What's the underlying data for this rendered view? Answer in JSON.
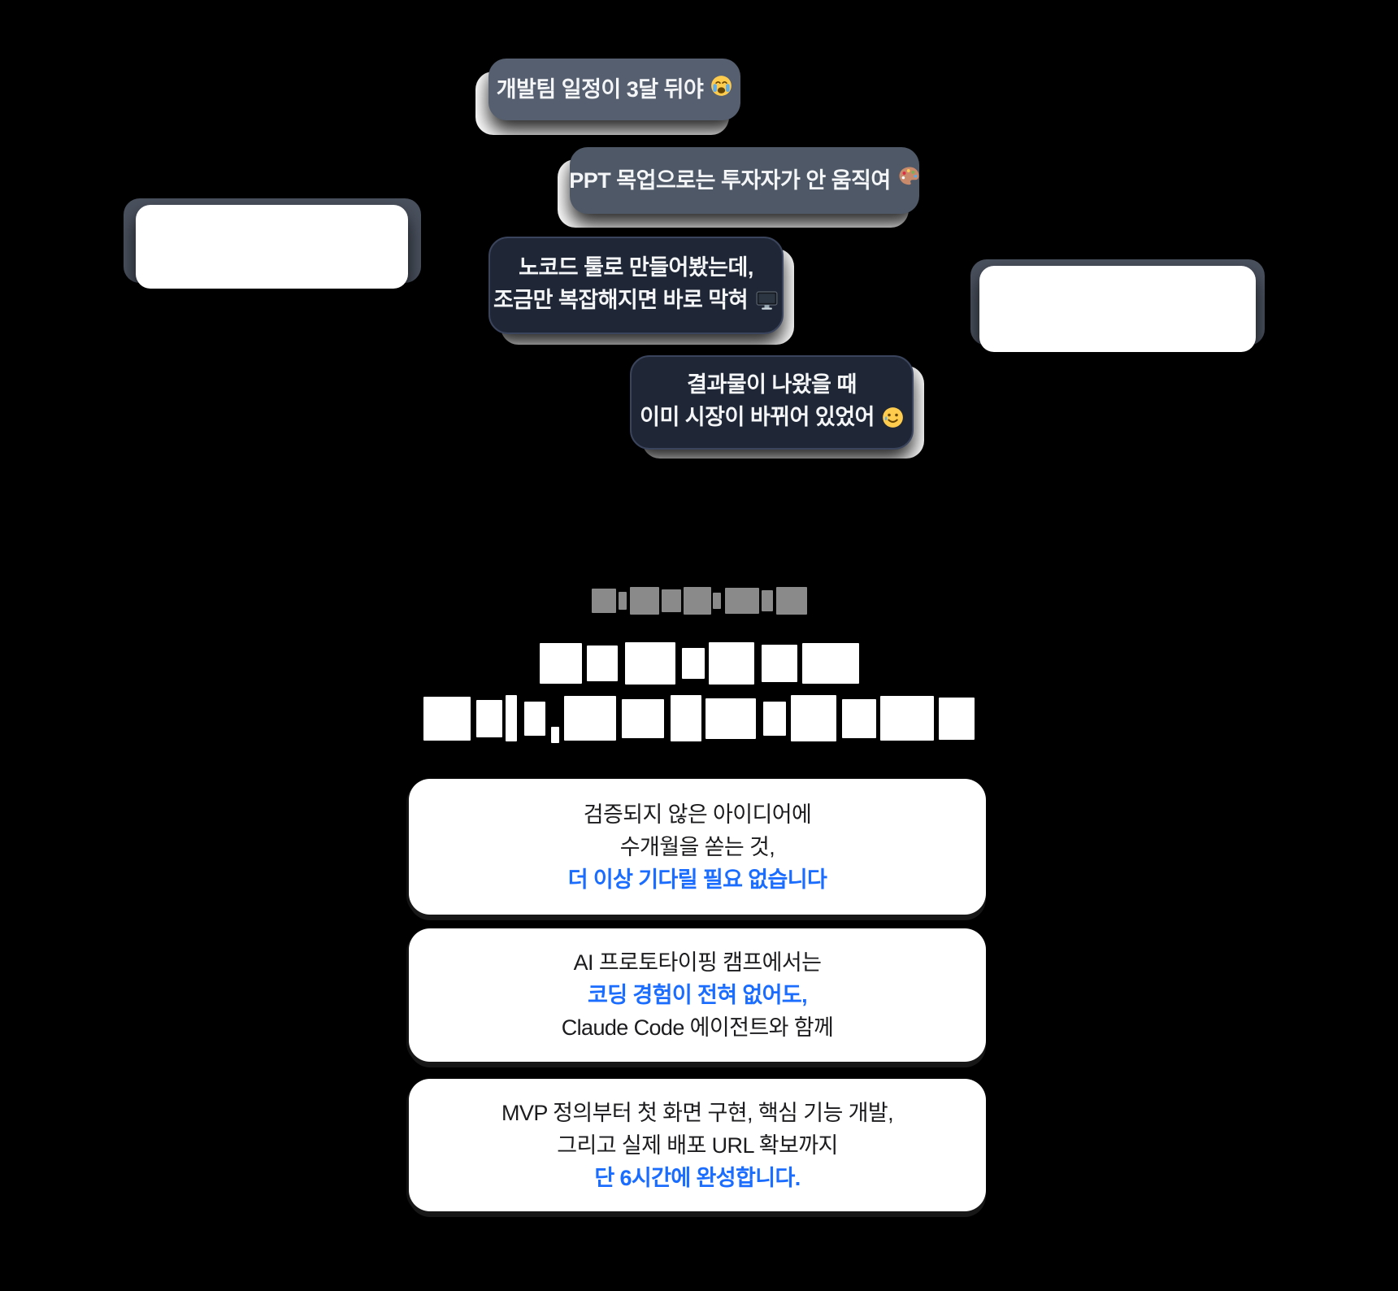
{
  "page": {
    "background": "#000000",
    "language": "ko"
  },
  "colors": {
    "background": "#000000",
    "bubble_slate": "#565f6f",
    "bubble_slate_alt": "#4e5867",
    "bubble_navy": "#1f2736",
    "bubble_navy_border": "#3a445c",
    "bubble_text": "#f4f5f7",
    "back_bubble_white": "#ffffff",
    "back_bubble_dark": "#4a515e",
    "masked_gray": "#8a8a8a",
    "masked_white": "#ffffff",
    "card_background": "#ffffff",
    "card_text": "#1c1c1e",
    "accent_blue": "#1b6dff"
  },
  "chat": {
    "bubbles": [
      {
        "id": "dev-schedule",
        "style": "slate",
        "text": "개발팀 일정이 3달 뒤야",
        "emoji": "loudly-crying-face"
      },
      {
        "id": "ppt-mockup",
        "style": "slate-alt",
        "text": "PPT 목업으로는 투자자가 안 움직여",
        "emoji": "artist-palette"
      },
      {
        "id": "white-left",
        "style": "white",
        "text": "",
        "emoji": null
      },
      {
        "id": "nocode-tool",
        "style": "navy",
        "lines": [
          "노코드 툴로 만들어봤는데,",
          "조금만 복잡해지면 바로 막혀"
        ],
        "emoji": "desktop-computer"
      },
      {
        "id": "white-right",
        "style": "white",
        "text": "",
        "emoji": null
      },
      {
        "id": "market-changed",
        "style": "navy",
        "lines": [
          "결과물이 나왔을 때",
          "이미 시장이 바뀌어 있었어"
        ],
        "emoji": "smiling-face-with-tear"
      }
    ]
  },
  "masked_heading": {
    "note_visual": "clipped-unreadable-text-bands",
    "rows": [
      {
        "color": "#8a8a8a",
        "height": 38,
        "segments": [
          [
            30,
            30,
            3
          ],
          [
            10,
            22,
            4
          ],
          [
            36,
            34,
            3
          ],
          [
            24,
            28,
            3
          ],
          [
            34,
            34,
            2
          ],
          [
            10,
            20,
            5
          ],
          [
            42,
            32,
            3
          ],
          [
            14,
            26,
            4
          ],
          [
            38,
            34,
            0
          ]
        ]
      },
      {
        "color": "#ffffff",
        "height": 52,
        "segments": [
          [
            52,
            50,
            6
          ],
          [
            38,
            44,
            9
          ],
          [
            62,
            52,
            8
          ],
          [
            28,
            38,
            5
          ],
          [
            56,
            52,
            9
          ],
          [
            44,
            46,
            6
          ],
          [
            70,
            50,
            0
          ]
        ]
      },
      {
        "color": "#ffffff",
        "height": 57,
        "segments": [
          [
            58,
            54,
            7
          ],
          [
            32,
            46,
            4
          ],
          [
            14,
            57,
            9
          ],
          [
            26,
            42,
            7
          ],
          [
            10,
            20,
            6,
            20
          ],
          [
            64,
            55,
            7
          ],
          [
            52,
            48,
            8
          ],
          [
            38,
            57,
            5
          ],
          [
            62,
            50,
            9
          ],
          [
            28,
            42,
            6
          ],
          [
            56,
            57,
            7
          ],
          [
            42,
            48,
            5
          ],
          [
            66,
            55,
            6
          ],
          [
            44,
            52,
            0
          ]
        ]
      }
    ]
  },
  "cards": [
    {
      "lines": [
        {
          "text": "검증되지 않은 아이디어에",
          "emphasis": false
        },
        {
          "text": "수개월을 쏟는 것,",
          "emphasis": false
        },
        {
          "text": "더 이상 기다릴 필요 없습니다",
          "emphasis": true
        }
      ]
    },
    {
      "lines": [
        {
          "text": "AI 프로토타이핑 캠프에서는",
          "emphasis": false
        },
        {
          "text": "코딩 경험이 전혀 없어도,",
          "emphasis": true
        },
        {
          "text": "Claude Code 에이전트와 함께",
          "emphasis": false
        }
      ]
    },
    {
      "lines": [
        {
          "text": "MVP 정의부터 첫 화면 구현, 핵심 기능 개발,",
          "emphasis": false
        },
        {
          "text": "그리고 실제 배포 URL 확보까지",
          "emphasis": false
        },
        {
          "text": "단 6시간에 완성합니다.",
          "emphasis": true
        }
      ]
    }
  ]
}
